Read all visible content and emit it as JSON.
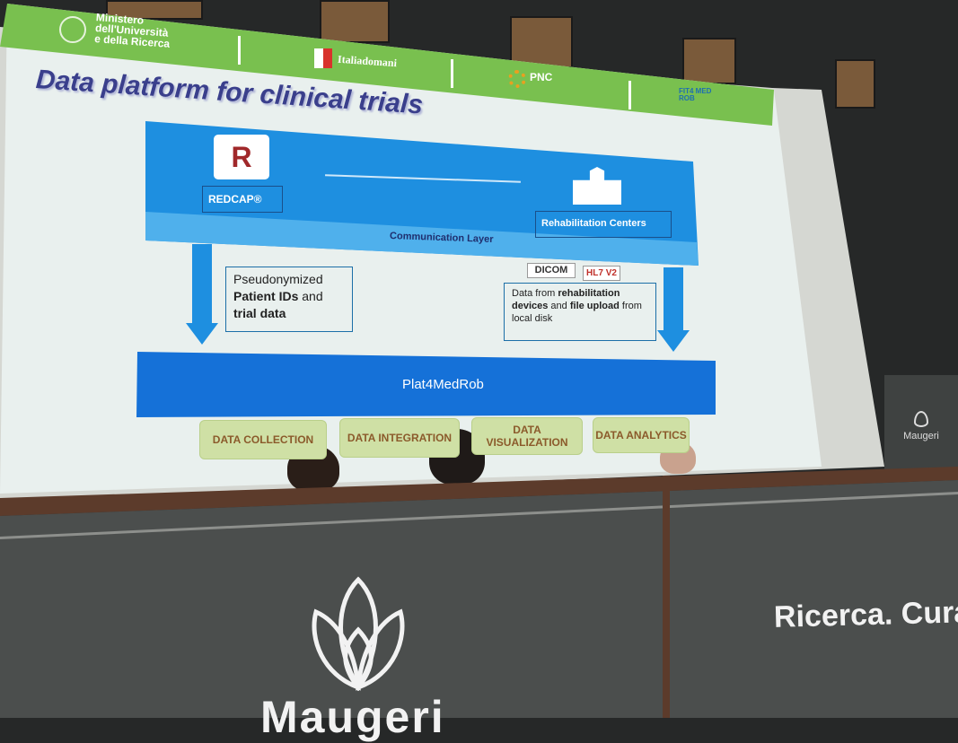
{
  "header_logos": {
    "ministry": [
      "Ministero",
      "dell'Università",
      "e della Ricerca"
    ],
    "italiadomani": "Italiadomani",
    "pnc": "PNC",
    "fit4medrob": "FIT4 MED ROB"
  },
  "slide": {
    "title": "Data platform for clinical trials",
    "redcap_label": "REDCAP®",
    "rehab_label": "Rehabilitation Centers",
    "communication_layer": "Communication Layer",
    "left_box": {
      "line1": "Pseudonymized",
      "bold2": "Patient IDs",
      "plain2": " and",
      "bold3": "trial data"
    },
    "standards": [
      "DICOM",
      "HL7 V2"
    ],
    "right_box": {
      "t1": "Data from ",
      "b1": "rehabilitation",
      "b2": "devices",
      "t2": " and ",
      "b3": "file upload",
      "t3": " from",
      "t4": "local disk"
    },
    "platform_name": "Plat4MedRob",
    "modules": [
      "DATA COLLECTION",
      "DATA INTEGRATION",
      "DATA VISUALIZATION",
      "DATA ANALYTICS"
    ]
  },
  "room": {
    "side_sign": "Maugeri",
    "desk_tagline": "Ricerca. Cura",
    "desk_brand": "Maugeri"
  }
}
